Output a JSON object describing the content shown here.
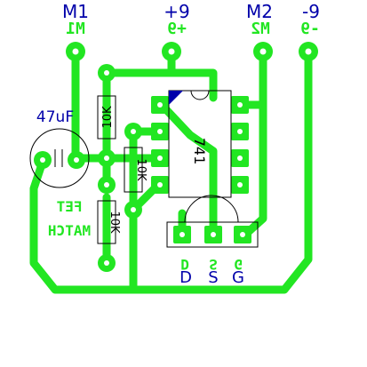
{
  "colors": {
    "copper": "#22e622",
    "silk": "#000000",
    "label": "#0000aa",
    "background": "#ffffff"
  },
  "top_labels": {
    "m1": "M1",
    "plus9": "+9",
    "m2": "M2",
    "minus9": "-9"
  },
  "mirrored_labels": {
    "m1": "M1",
    "plus9": "+9",
    "m2": "M2",
    "minus9": "-9",
    "fet_line1": "FET",
    "fet_line2": "MATCH"
  },
  "components": {
    "capacitor": "47uF",
    "resistor_top": "10K",
    "resistor_mid": "10K",
    "resistor_bottom": "10K",
    "opamp": "741"
  },
  "fet_pins": {
    "d": "D",
    "s": "S",
    "g": "G"
  }
}
